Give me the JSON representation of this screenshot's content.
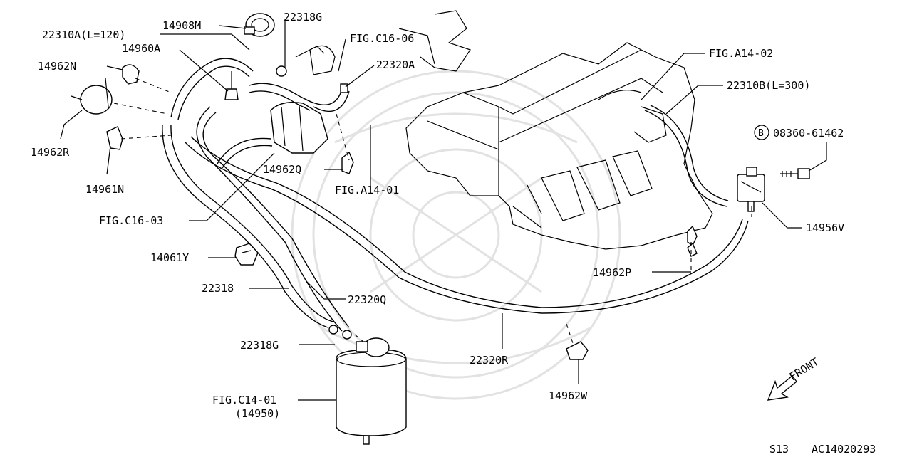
{
  "diagram": {
    "labels": {
      "p22310A": "22310A(L=120)",
      "p14908M": "14908M",
      "p22318G_top": "22318G",
      "figC1606": "FIG.C16-06",
      "p14960A": "14960A",
      "p22320A": "22320A",
      "p14962N": "14962N",
      "p14962R": "14962R",
      "p14961N": "14961N",
      "p14962Q": "14962Q",
      "figA1401": "FIG.A14-01",
      "figC1603": "FIG.C16-03",
      "figA1402": "FIG.A14-02",
      "p22310B": "22310B(L=300)",
      "bolt_circle": "B",
      "bolt": "08360-61462",
      "p14956V": "14956V",
      "p14962P": "14962P",
      "p14061Y": "14061Y",
      "p22318": "22318",
      "p22320Q": "22320Q",
      "p22318G_bot": "22318G",
      "p22320R": "22320R",
      "figC1401": "FIG.C14-01",
      "p14950": "(14950)",
      "p14962W": "14962W",
      "front": "FRONT"
    },
    "footer": {
      "model": "S13",
      "code": "AC14020293"
    }
  }
}
